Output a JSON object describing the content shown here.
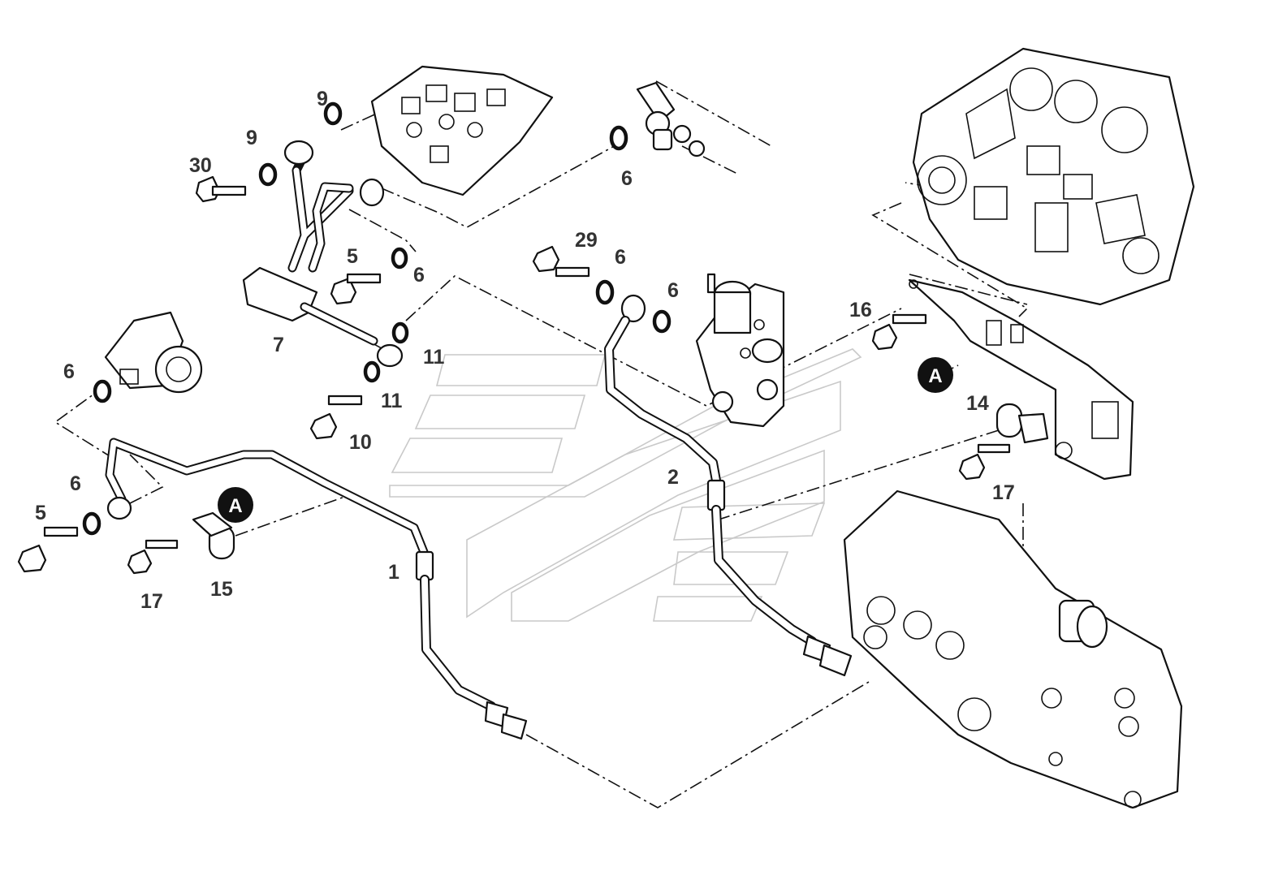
{
  "callouts": {
    "c1": "1",
    "c2": "2",
    "c5a": "5",
    "c5b": "5",
    "c6a": "6",
    "c6b": "6",
    "c6c": "6",
    "c6d": "6",
    "c6e": "6",
    "c6f": "6",
    "c7": "7",
    "c9a": "9",
    "c9b": "9",
    "c10": "10",
    "c11a": "11",
    "c11b": "11",
    "c14": "14",
    "c15": "15",
    "c16": "16",
    "c17a": "17",
    "c17b": "17",
    "c29": "29",
    "c30": "30"
  },
  "references": {
    "ref_a_left": "A",
    "ref_a_right": "A"
  },
  "colors": {
    "line": "#111111",
    "label": "#333333",
    "ref_badge": "#111111",
    "watermark": "#c9c9c9"
  }
}
